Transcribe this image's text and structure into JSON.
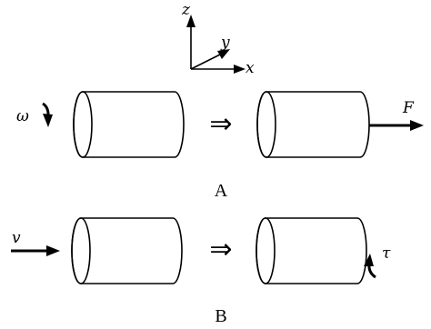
{
  "axes": {
    "z": "z",
    "y": "y",
    "x": "x"
  },
  "panels": [
    {
      "label": "A",
      "input_symbol": "ω",
      "implies_symbol": "⇒",
      "output_symbol": "F"
    },
    {
      "label": "B",
      "input_symbol": "v",
      "implies_symbol": "⇒",
      "output_symbol": "τ"
    }
  ]
}
